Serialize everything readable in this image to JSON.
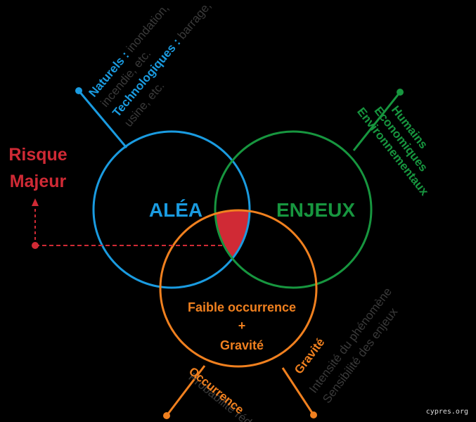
{
  "colors": {
    "background": "#000000",
    "alea": "#1a9be0",
    "enjeux": "#17963f",
    "vulnerability": "#f0801f",
    "risk": "#d02a35",
    "muted": "#3a3a3a",
    "credit": "#dddddd"
  },
  "risk": {
    "line1": "Risque",
    "line2": "Majeur"
  },
  "alea": {
    "title": "ALÉA",
    "natural_label": "Naturels :",
    "natural_text": " inondation,",
    "natural_text2": "incendie, etc.",
    "tech_label": "Technologiques :",
    "tech_text": " barrage,",
    "tech_text2": "usine, etc."
  },
  "enjeux": {
    "title": "ENJEUX",
    "items": [
      "Humains",
      "Economiques",
      "Environnementaux"
    ]
  },
  "center": {
    "line1": "Faible occurrence",
    "line2": "+",
    "line3": "Gravité"
  },
  "occurrence": {
    "label": "Occurrence",
    "desc": "Probabilité réduite"
  },
  "gravite": {
    "label": "Gravité",
    "desc1": "Intensité du phénomène",
    "desc2": "Sensibilité des enjeux"
  },
  "credit": "cypres.org"
}
